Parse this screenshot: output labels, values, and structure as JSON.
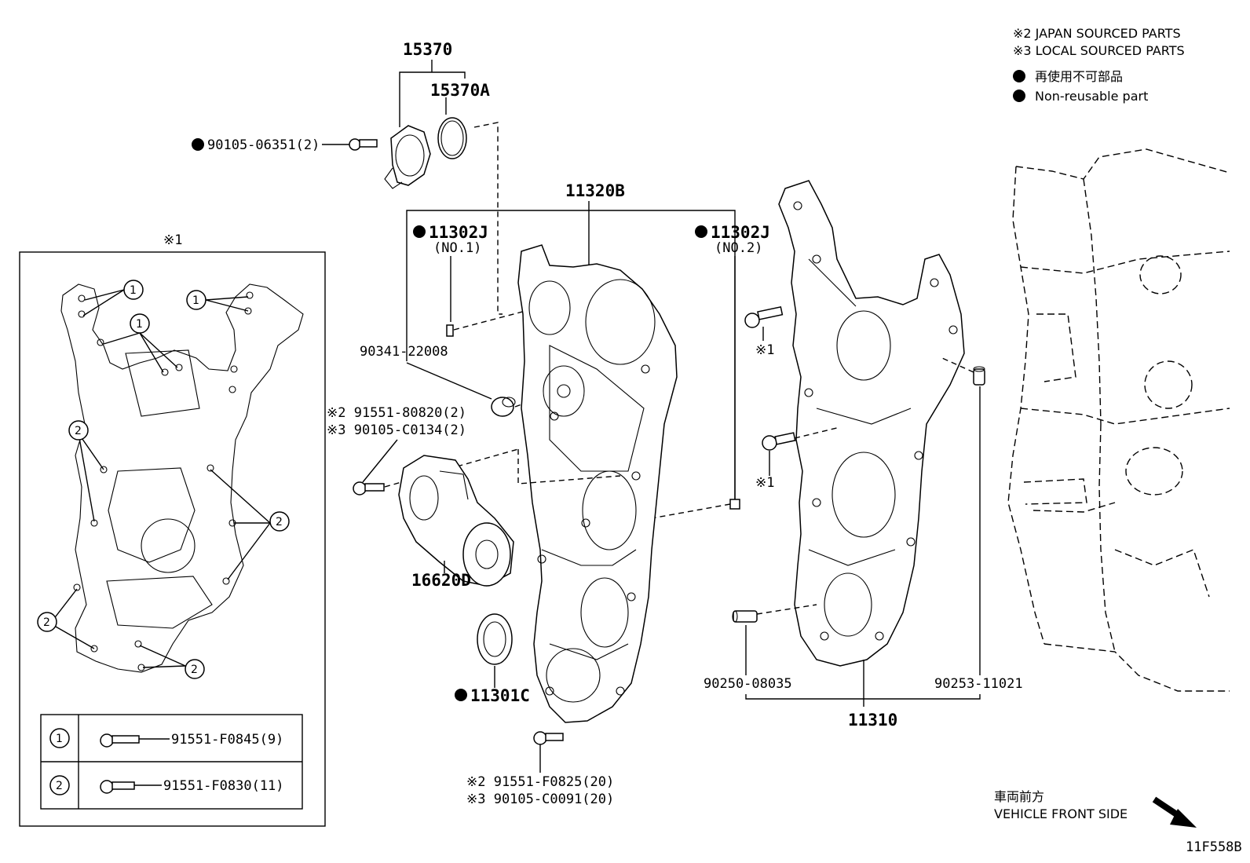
{
  "legend": {
    "japan_sourced": "※2 JAPAN SOURCED PARTS",
    "local_sourced": "※3 LOCAL SOURCED PARTS",
    "non_reusable_jp": "再使用不可部品",
    "non_reusable_en": "Non-reusable part"
  },
  "labels": {
    "p15370": "15370",
    "p15370A": "15370A",
    "p90105_06351": "90105-06351(2)",
    "p11320B": "11320B",
    "p11302J_1": "11302J",
    "no1": "(NO.1)",
    "p11302J_2": "11302J",
    "no2": "(NO.2)",
    "p90341": "90341-22008",
    "bolt1_jp": "※2 91551-80820(2)",
    "bolt1_local": "※3 90105-C0134(2)",
    "p16620D": "16620D",
    "p11301C": "11301C",
    "bolt2_jp": "※2 91551-F0825(20)",
    "bolt2_local": "※3 90105-C0091(20)",
    "p90250": "90250-08035",
    "p90253": "90253-11021",
    "p11310": "11310",
    "ref1_a": "※1",
    "ref1_b": "※1",
    "inset_title": "※1"
  },
  "inset": {
    "callout": [
      "1",
      "2"
    ],
    "rows": [
      {
        "num": "1",
        "part": "91551-F0845(9)"
      },
      {
        "num": "2",
        "part": "91551-F0830(11)"
      }
    ]
  },
  "front": {
    "jp": "車両前方",
    "en": "VEHICLE FRONT SIDE"
  },
  "figure_id": "11F558B"
}
